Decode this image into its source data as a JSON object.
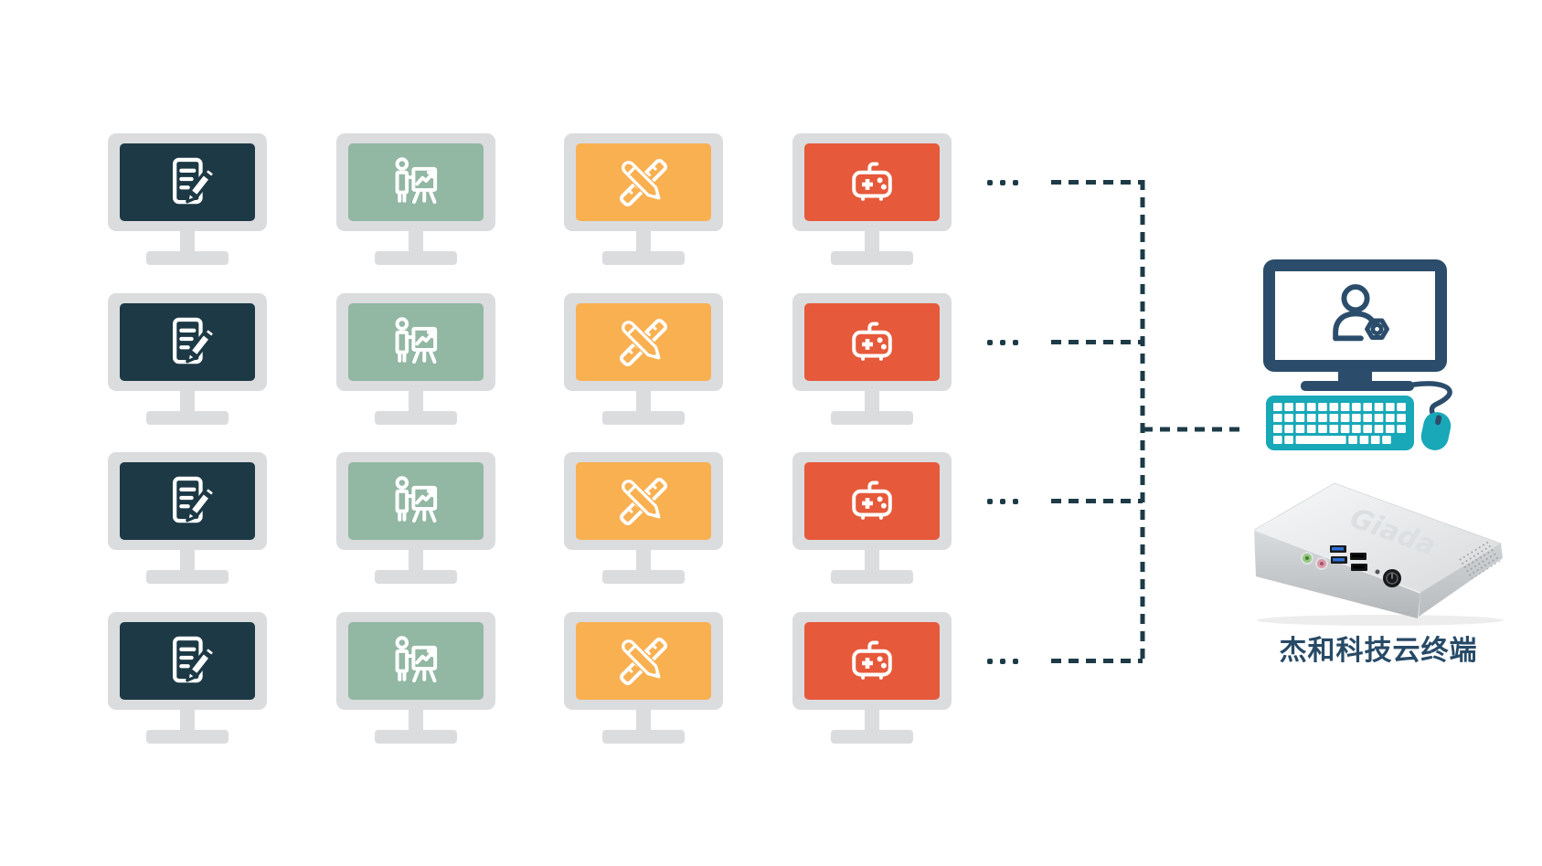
{
  "terminal_grid": {
    "rows": 4,
    "bezel_color": "#dbdcde",
    "ellipsis_icon": "three-dots-icon",
    "columns": [
      {
        "id": "documents",
        "icon": "document-edit-icon",
        "screen_color": "#1c3945"
      },
      {
        "id": "presentation",
        "icon": "presentation-chart-icon",
        "screen_color": "#92b7a3"
      },
      {
        "id": "design",
        "icon": "ruler-pencil-icon",
        "screen_color": "#f9b051"
      },
      {
        "id": "gaming",
        "icon": "game-controller-icon",
        "screen_color": "#e6593a"
      }
    ]
  },
  "connections": {
    "line_style": "dashed",
    "color": "#1d3b47"
  },
  "client": {
    "monitor_icon": "user-gear-icon",
    "monitor_color": "#2b4d6b",
    "keyboard_color": "#18a8b8",
    "mouse_color": "#18a8b8",
    "device_logo": "Giada",
    "device_label": "杰和科技云终端",
    "device_label_color": "#274a66"
  }
}
